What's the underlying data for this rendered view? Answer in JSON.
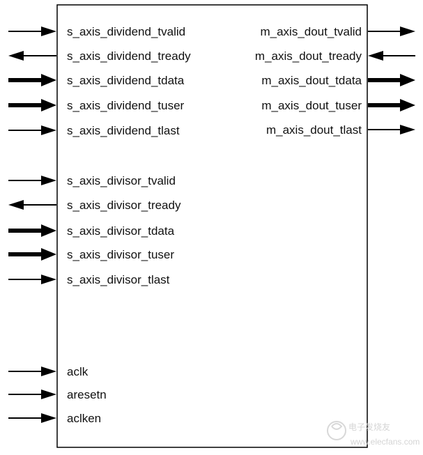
{
  "block": {
    "inputs_left": [
      {
        "label": "s_axis_dividend_tvalid",
        "direction": "in",
        "bus": false
      },
      {
        "label": "s_axis_dividend_tready",
        "direction": "out",
        "bus": false
      },
      {
        "label": "s_axis_dividend_tdata",
        "direction": "in",
        "bus": true
      },
      {
        "label": "s_axis_dividend_tuser",
        "direction": "in",
        "bus": true
      },
      {
        "label": "s_axis_dividend_tlast",
        "direction": "in",
        "bus": false
      },
      {
        "label": "s_axis_divisor_tvalid",
        "direction": "in",
        "bus": false
      },
      {
        "label": "s_axis_divisor_tready",
        "direction": "out",
        "bus": false
      },
      {
        "label": "s_axis_divisor_tdata",
        "direction": "in",
        "bus": true
      },
      {
        "label": "s_axis_divisor_tuser",
        "direction": "in",
        "bus": true
      },
      {
        "label": "s_axis_divisor_tlast",
        "direction": "in",
        "bus": false
      },
      {
        "label": "aclk",
        "direction": "in",
        "bus": false
      },
      {
        "label": "aresetn",
        "direction": "in",
        "bus": false
      },
      {
        "label": "aclken",
        "direction": "in",
        "bus": false
      }
    ],
    "outputs_right": [
      {
        "label": "m_axis_dout_tvalid",
        "direction": "out",
        "bus": false
      },
      {
        "label": "m_axis_dout_tready",
        "direction": "in",
        "bus": false
      },
      {
        "label": "m_axis_dout_tdata",
        "direction": "out",
        "bus": true
      },
      {
        "label": "m_axis_dout_tuser",
        "direction": "out",
        "bus": true
      },
      {
        "label": "m_axis_dout_tlast",
        "direction": "out",
        "bus": false
      }
    ]
  },
  "watermark": {
    "text": "www.elecfans.com",
    "logo_text": "电子发烧友"
  }
}
